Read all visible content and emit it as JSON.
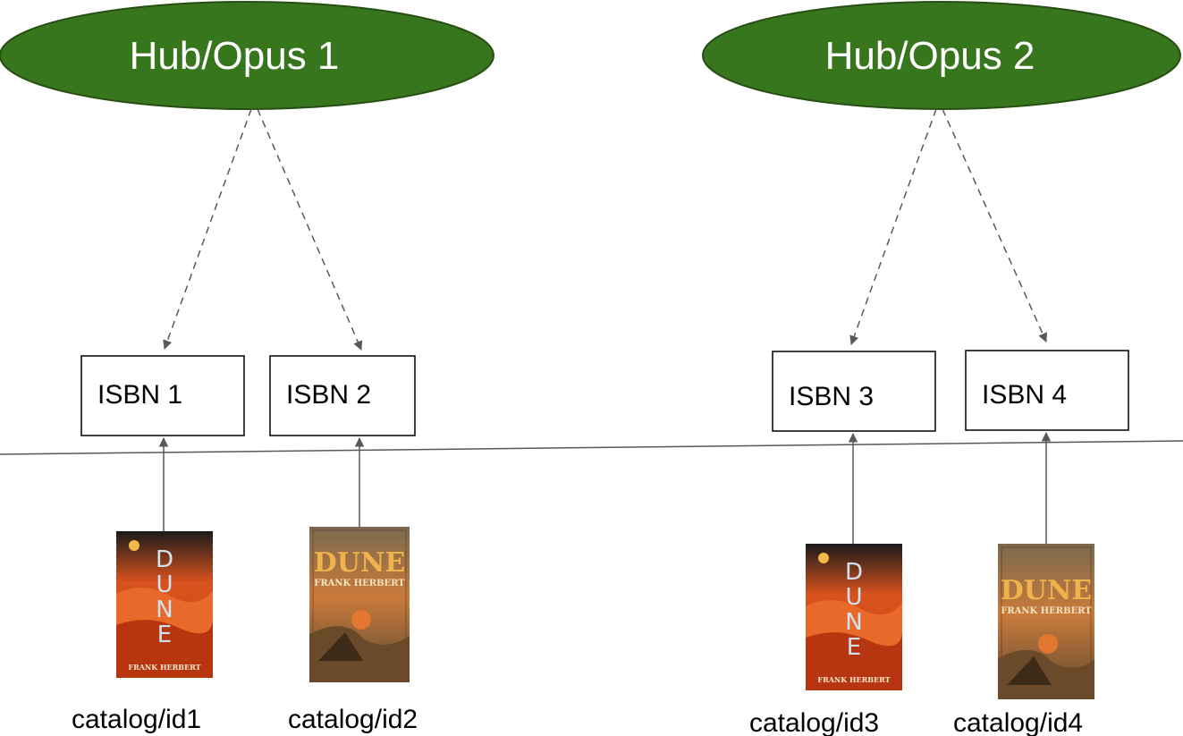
{
  "colors": {
    "hub_fill": "#38761d",
    "hub_stroke": "#274e13",
    "line": "#595959",
    "box_stroke": "#000000"
  },
  "hubs": [
    {
      "label": "Hub/Opus 1"
    },
    {
      "label": "Hub/Opus 2"
    }
  ],
  "isbns": [
    {
      "label": "ISBN 1"
    },
    {
      "label": "ISBN 2"
    },
    {
      "label": "ISBN 3"
    },
    {
      "label": "ISBN 4"
    }
  ],
  "catalogs": [
    {
      "label": "catalog/id1",
      "cover_style": "modern"
    },
    {
      "label": "catalog/id2",
      "cover_style": "vintage"
    },
    {
      "label": "catalog/id3",
      "cover_style": "modern"
    },
    {
      "label": "catalog/id4",
      "cover_style": "vintage"
    }
  ],
  "book_covers": {
    "title": "DUNE",
    "author": "FRANK HERBERT"
  }
}
